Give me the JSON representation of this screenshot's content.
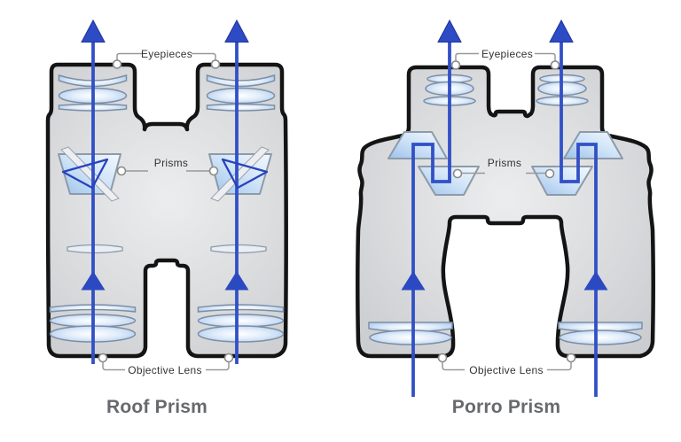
{
  "figure": {
    "description": "Cross-section comparison of binocular prism designs with light paths",
    "diagram_count": 2
  },
  "diagrams": [
    {
      "id": "roof-prism",
      "title": "Roof Prism",
      "labels": {
        "eyepieces": "Eyepieces",
        "prisms": "Prisms",
        "objective_lens": "Objective Lens"
      }
    },
    {
      "id": "porro-prism",
      "title": "Porro Prism",
      "labels": {
        "eyepieces": "Eyepieces",
        "prisms": "Prisms",
        "objective_lens": "Objective Lens"
      }
    }
  ],
  "colors": {
    "arrow_blue": "#2d4bc4",
    "arrow_outline": "#20329f",
    "body_gray": "#d9dadc",
    "outline_black": "#141414",
    "prism_blue": "#bcd7f2",
    "lens_blue": "#aecdef",
    "connector_gray": "#999999",
    "label_text": "#333333",
    "title_text": "#67696d"
  }
}
